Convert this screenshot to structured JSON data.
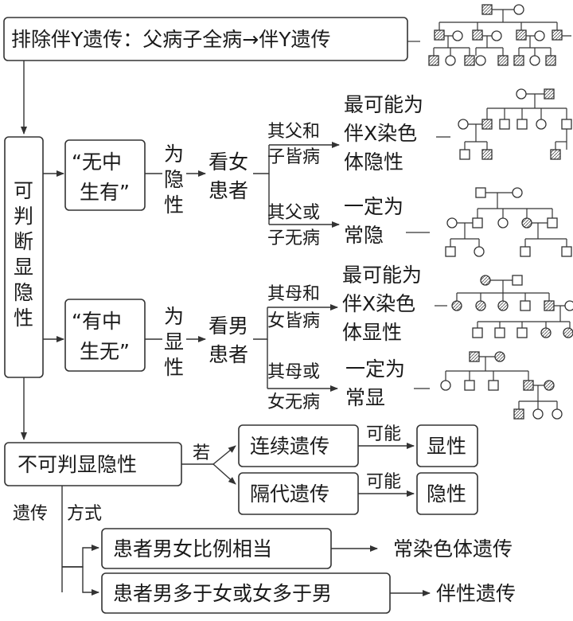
{
  "top": {
    "text": "排除伴Y遗传：父病子全病→伴Y遗传"
  },
  "left_box": {
    "chars": [
      "可",
      "判",
      "断",
      "显",
      "隐",
      "性"
    ]
  },
  "branch_recessive": {
    "box": [
      "“无中",
      "生有”"
    ],
    "result": [
      "为",
      "隐",
      "性"
    ],
    "look": [
      "看女",
      "患者"
    ],
    "case1": {
      "cond": [
        "其父和",
        "子皆病"
      ],
      "concl": [
        "最可能为",
        "伴X染色",
        "体隐性"
      ]
    },
    "case2": {
      "cond": [
        "其父或",
        "子无病"
      ],
      "concl": [
        "一定为",
        "常隐"
      ]
    }
  },
  "branch_dominant": {
    "box": [
      "“有中",
      "生无”"
    ],
    "result": [
      "为",
      "显",
      "性"
    ],
    "look": [
      "看男",
      "患者"
    ],
    "case1": {
      "cond": [
        "其母和",
        "女皆病"
      ],
      "concl": [
        "最可能为",
        "伴X染色",
        "体显性"
      ]
    },
    "case2": {
      "cond": [
        "其母或",
        "女无病"
      ],
      "concl": [
        "一定为",
        "常显"
      ]
    }
  },
  "undetermined": {
    "label": "不可判显隐性",
    "if": "若",
    "continuous": "连续遗传",
    "skip": "隔代遗传",
    "maybe1": "可能",
    "maybe2": "可能",
    "dominant": "显性",
    "recessive": "隐性"
  },
  "mode": {
    "label_a": "遗传",
    "label_b": "方式",
    "equal": "患者男女比例相当",
    "equal_result": "常染色体遗传",
    "unequal": "患者男多于女或女多于男",
    "unequal_result": "伴性遗传"
  },
  "legend_note": "pedigree symbols: square = male, circle = female, hatched = affected"
}
